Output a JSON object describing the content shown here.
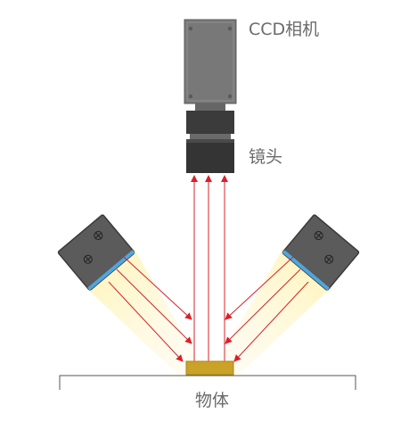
{
  "labels": {
    "camera": "CCD相机",
    "lens": "镜头",
    "object": "物体"
  },
  "colors": {
    "camera_body": "#767676",
    "camera_edge": "#5a5a5a",
    "lens_dark": "#3b3b3b",
    "lamp_body": "#5b5b5b",
    "lamp_face": "#4ea6e0",
    "light_beam": "#fff7cf",
    "ray": "#d8202a",
    "object": "#c9a227",
    "baseline": "#555555",
    "text": "#6b6b6b"
  },
  "icons": [
    "crosshair-screw-icon",
    "arrow-icon"
  ]
}
